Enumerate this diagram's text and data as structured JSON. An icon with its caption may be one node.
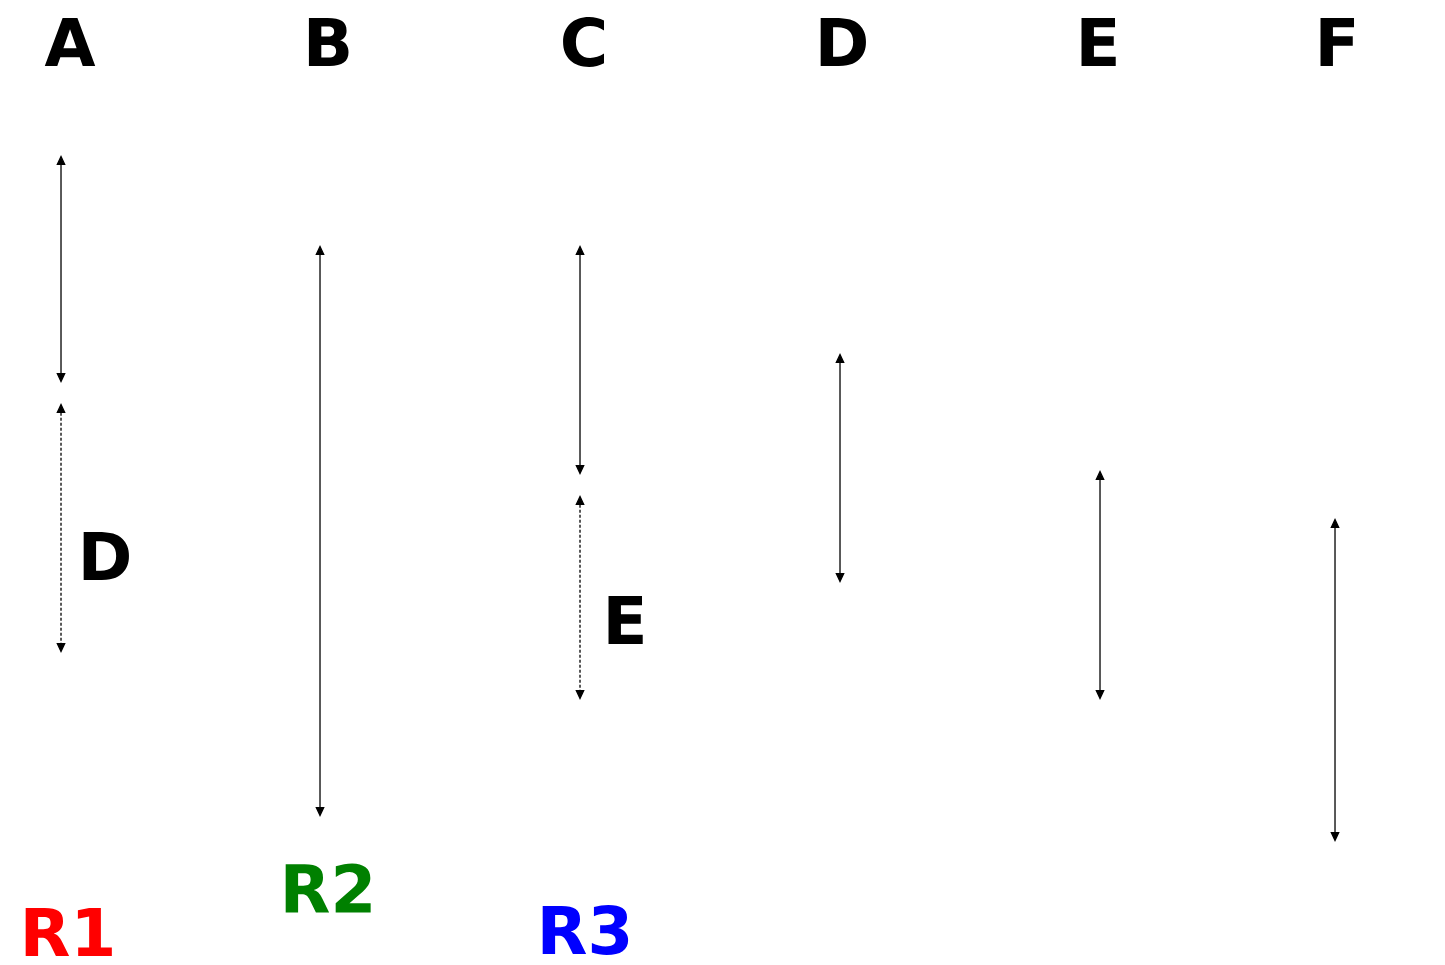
{
  "diagram": {
    "labels": [
      "A",
      "B",
      "C",
      "D",
      "E",
      "F",
      "D",
      "E",
      "R1",
      "R2",
      "R3"
    ]
  }
}
